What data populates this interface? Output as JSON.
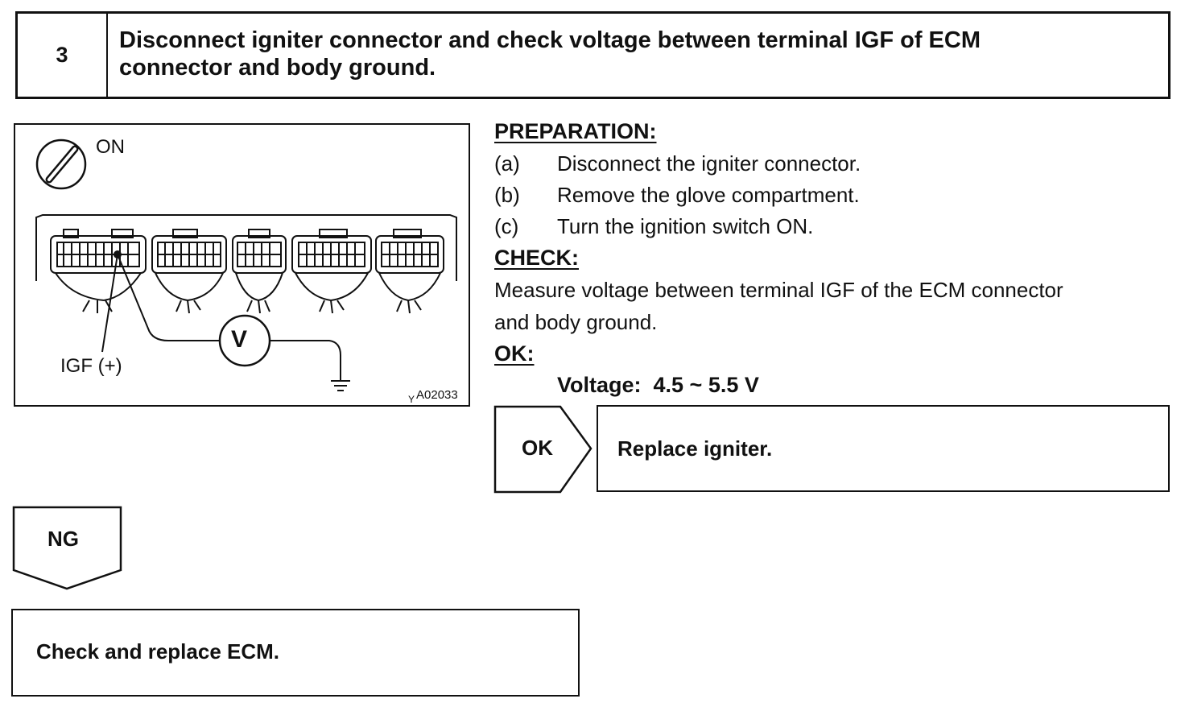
{
  "step": {
    "number": "3",
    "title_line1": "Disconnect igniter connector and check voltage between terminal IGF of ECM",
    "title_line2": "connector and body ground."
  },
  "figure": {
    "ignition_label": "ON",
    "terminal_label": "IGF (+)",
    "meter_label": "V",
    "figure_code_prefix": "Y",
    "figure_code": "A02033",
    "icons": [
      "ignition-switch-icon",
      "ecm-connector-diagram",
      "voltmeter-icon",
      "ground-icon"
    ]
  },
  "procedure": {
    "preparation_heading": "PREPARATION:",
    "preparation_items": [
      {
        "letter": "(a)",
        "text": "Disconnect the igniter connector."
      },
      {
        "letter": "(b)",
        "text": "Remove the glove compartment."
      },
      {
        "letter": "(c)",
        "text": "Turn the ignition switch ON."
      }
    ],
    "check_heading": "CHECK:",
    "check_line1": "Measure voltage between terminal IGF of the ECM connector",
    "check_line2": "and body ground.",
    "ok_heading": "OK:",
    "ok_value": "Voltage:  4.5 ~ 5.5 V"
  },
  "results": {
    "ok_label": "OK",
    "ok_action": "Replace igniter.",
    "ng_label": "NG",
    "ng_action": "Check and replace ECM."
  }
}
